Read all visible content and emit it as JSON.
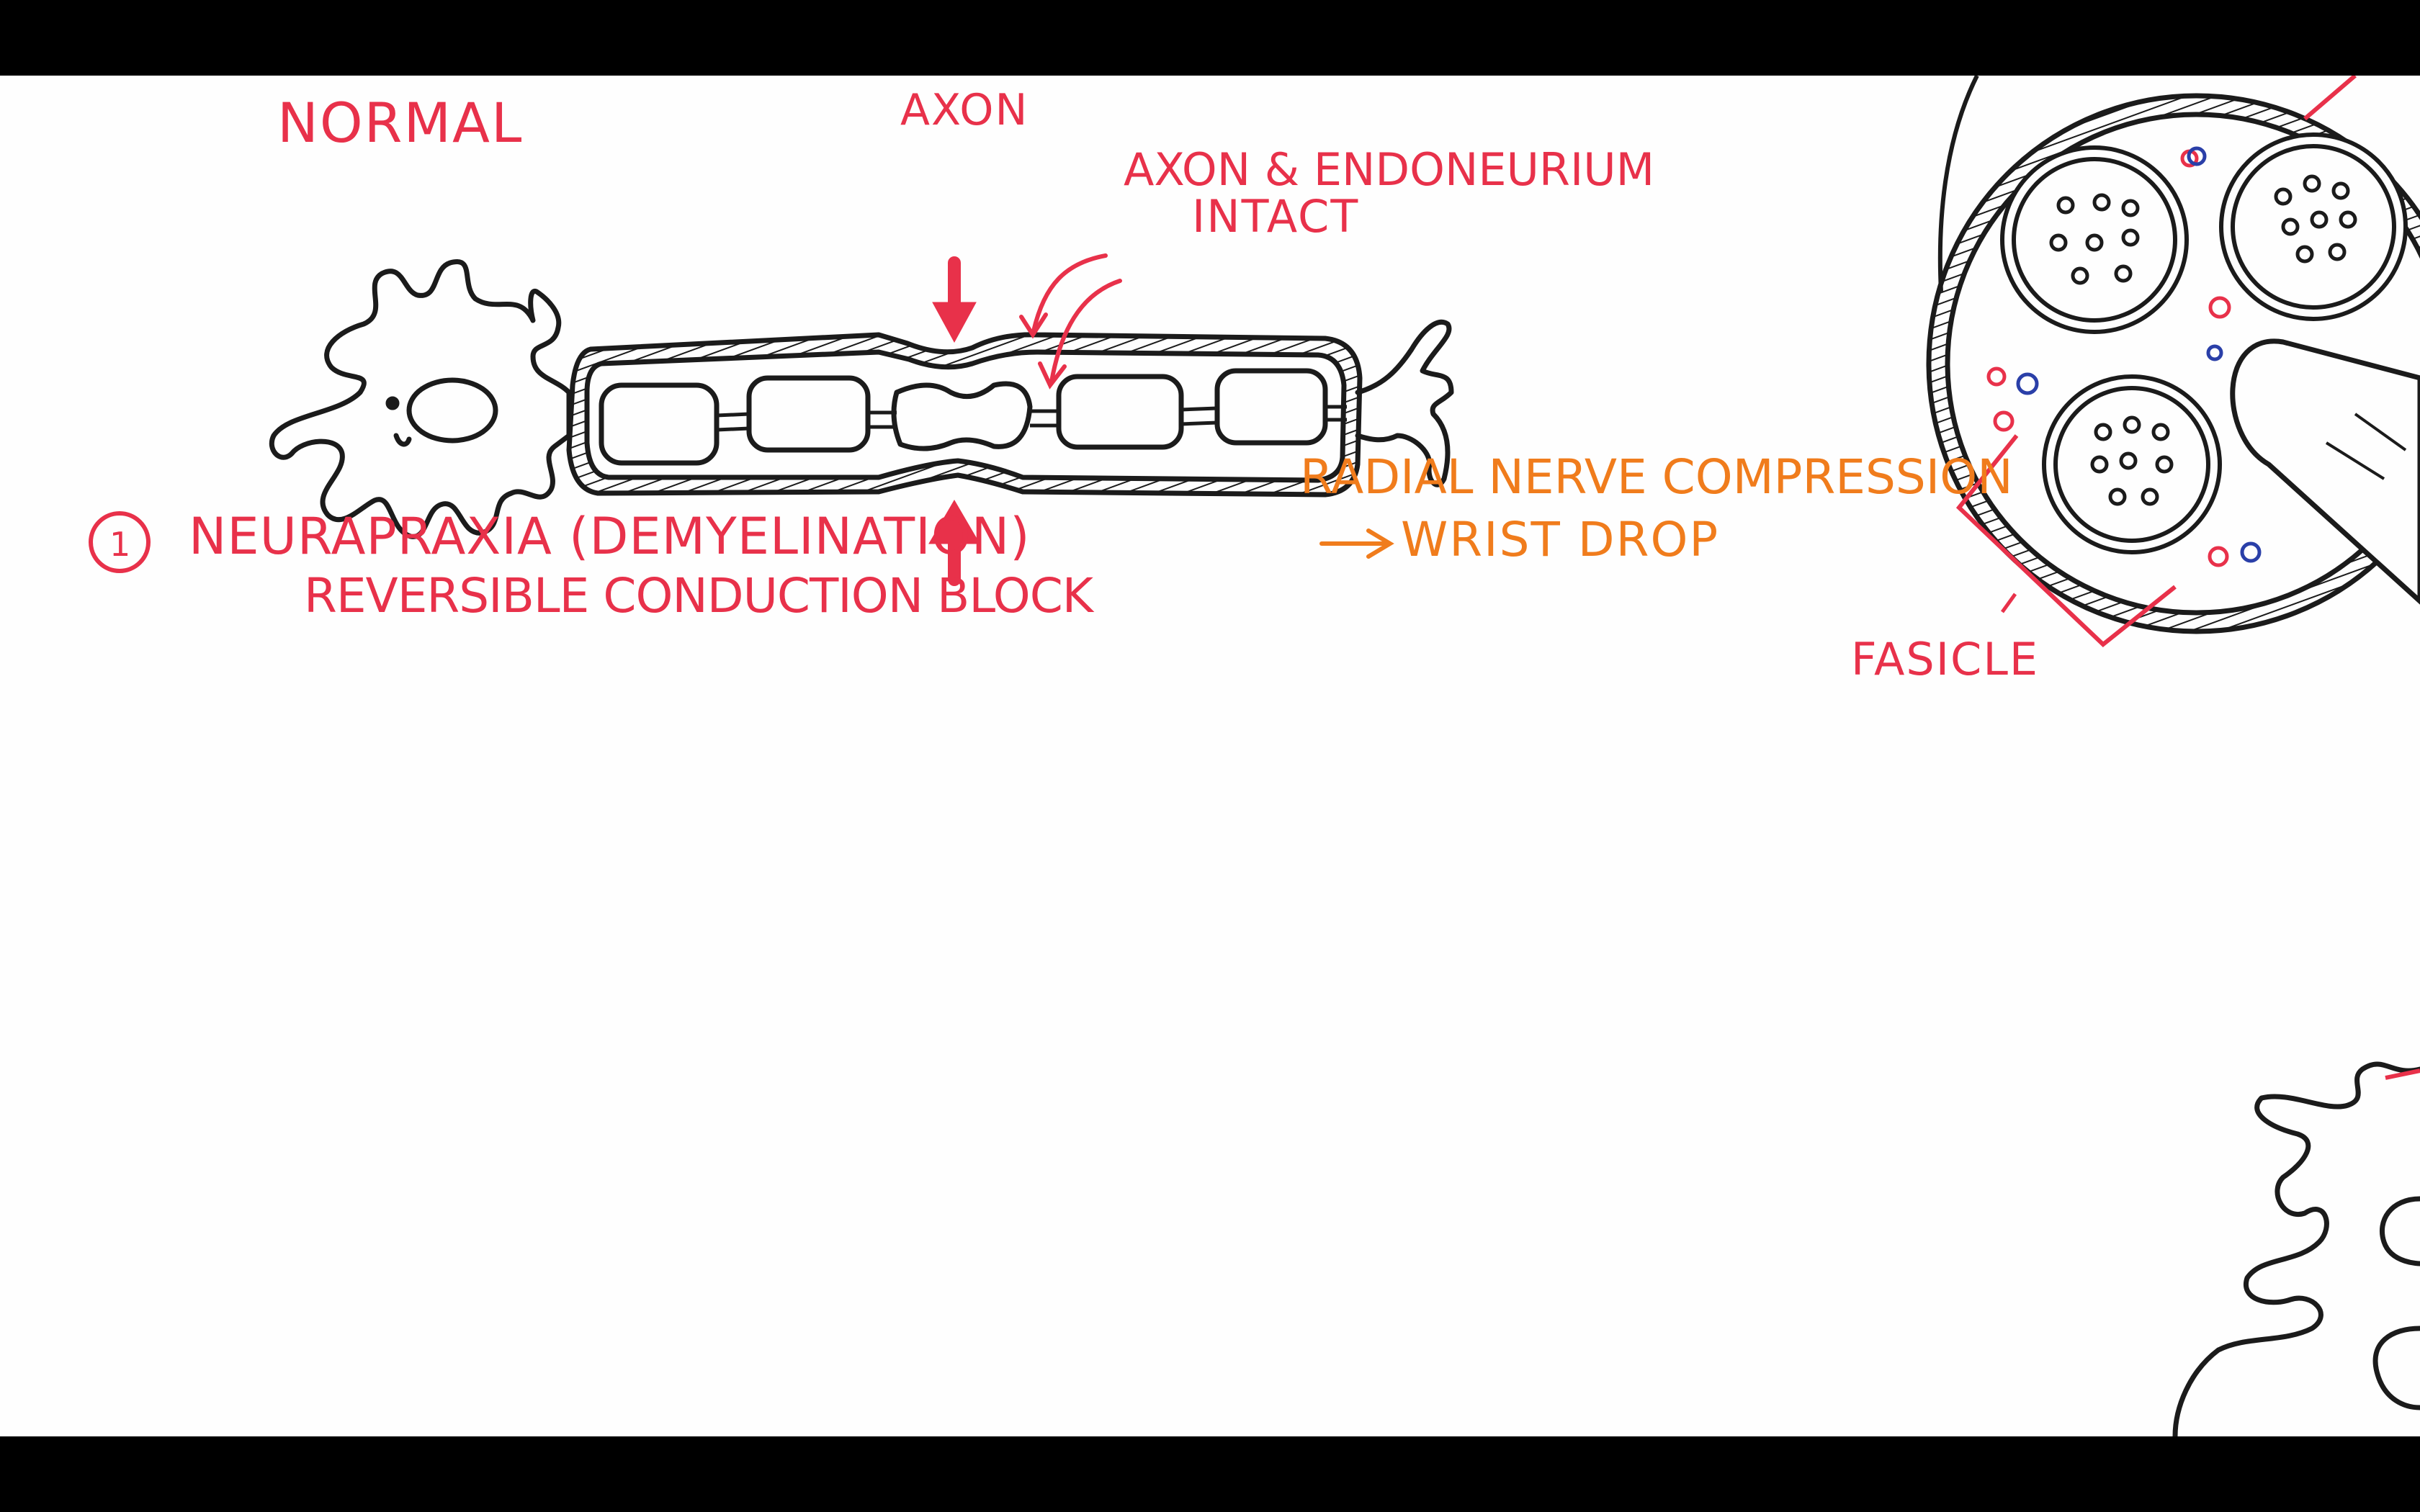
{
  "labels": {
    "normal": "NORMAL",
    "axon": "AXON",
    "axon_endoneurium_line1": "AXON & ENDONEURIUM",
    "axon_endoneurium_line2": "INTACT",
    "item_number": "1",
    "neurapraxia": "NEURAPRAXIA (DEMYELINATION)",
    "reversible_block": "REVERSIBLE CONDUCTION BLOCK",
    "radial_nerve": "RADIAL NERVE COMPRESSION",
    "wrist_drop": "WRIST DROP",
    "fasicle": "FASICLE"
  },
  "colors": {
    "red_ink": "#e8314a",
    "orange_ink": "#f07c1c",
    "black_ink": "#1b1b1b",
    "blue_ink": "#2a3fa8",
    "board": "#fefefe"
  }
}
